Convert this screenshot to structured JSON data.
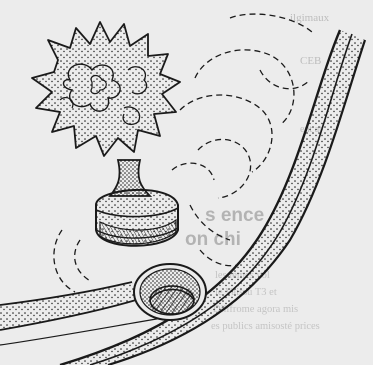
{
  "bleed_through": {
    "line1": "ilgimaux",
    "line2": "CEB",
    "line3": "ent at",
    "heading1": "s ence",
    "heading2": "on chi",
    "para1": "les lèmes vol",
    "para2": "le Vaissu T3 et",
    "para3": "Dilifrome agora mis",
    "para4": "es publics amisosté prices"
  },
  "colors": {
    "paper": "#ececec",
    "ink": "#1a1a1a",
    "bleed": "#bdbdbd"
  }
}
